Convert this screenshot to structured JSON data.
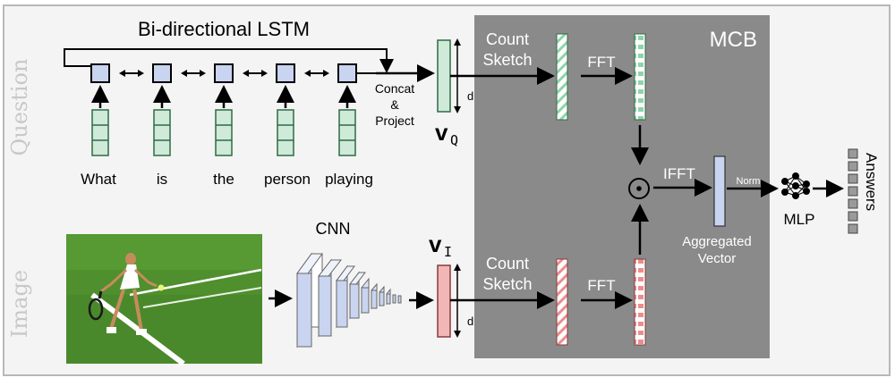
{
  "labels": {
    "question_side": "Question",
    "image_side": "Image",
    "lstm_title": "Bi-directional LSTM",
    "concat": "Concat",
    "amp": "&",
    "project": "Project",
    "vq_main": "v",
    "vq_sub": "Q",
    "vi_main": "v",
    "vi_sub": "I",
    "d_q": "d",
    "d_i": "d",
    "cnn": "CNN",
    "mcb": "MCB",
    "count_q_1": "Count",
    "count_q_2": "Sketch",
    "count_i_1": "Count",
    "count_i_2": "Sketch",
    "fft_q": "FFT",
    "fft_i": "FFT",
    "ifft": "IFFT",
    "odot": "⊙",
    "norm": "Norm",
    "agg_1": "Aggregated",
    "agg_2": "Vector",
    "mlp": "MLP",
    "answers": "Answers"
  },
  "words": [
    "What",
    "is",
    "the",
    "person",
    "playing"
  ],
  "colors": {
    "mcb_bg": "#8a8a8a",
    "frame_bg": "#f4f4f4",
    "green_fill": "#cfead8",
    "green_stroke": "#2f6b45",
    "blue_fill": "#c9d4f0",
    "red_fill": "#f1b7b7",
    "grass": "#4f8f2d"
  }
}
